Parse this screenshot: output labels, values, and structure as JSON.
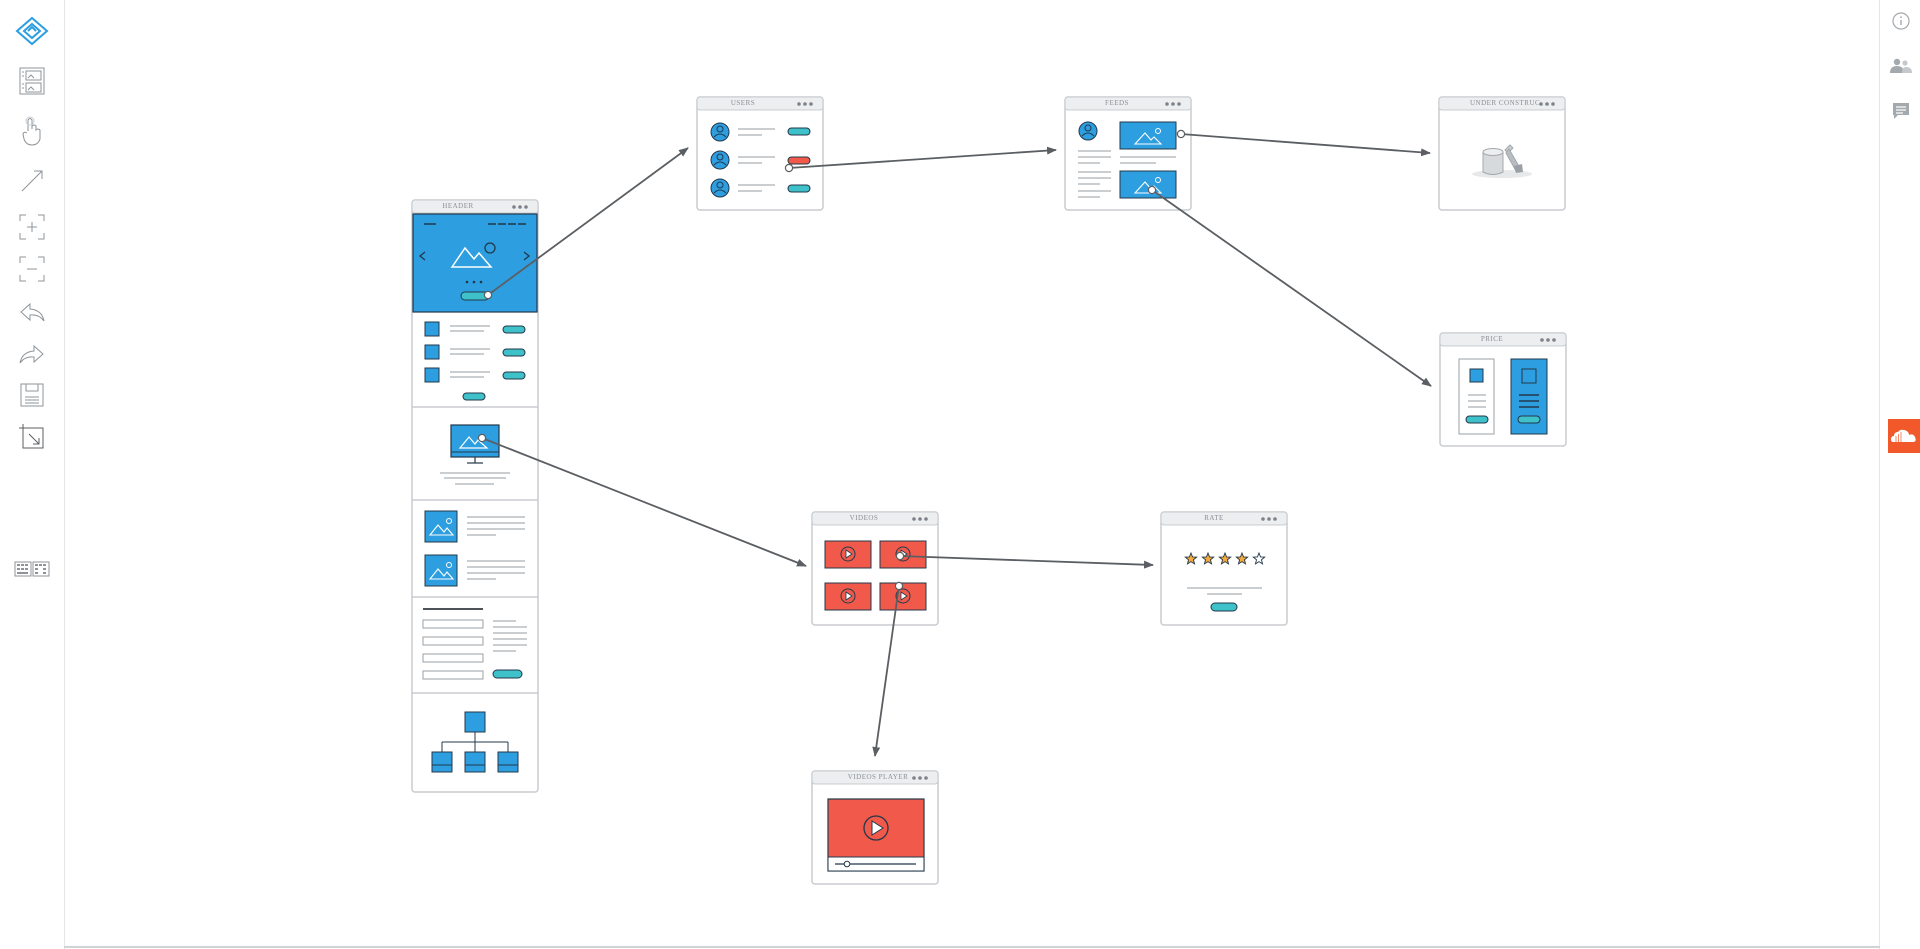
{
  "left_toolbar": {
    "tools": [
      {
        "name": "logo-icon",
        "interactable": true
      },
      {
        "name": "screens-icon",
        "interactable": true
      },
      {
        "name": "hand-pointer-icon",
        "interactable": true
      },
      {
        "name": "arrow-link-icon",
        "interactable": true
      },
      {
        "name": "zoom-in-icon",
        "interactable": true
      },
      {
        "name": "zoom-out-icon",
        "interactable": true
      },
      {
        "name": "undo-icon",
        "interactable": true
      },
      {
        "name": "redo-icon",
        "interactable": true
      },
      {
        "name": "save-icon",
        "interactable": true
      },
      {
        "name": "resize-canvas-icon",
        "interactable": true
      },
      {
        "name": "keyboard-icon",
        "interactable": true
      }
    ]
  },
  "right_toolbar": {
    "tools": [
      {
        "name": "info-icon"
      },
      {
        "name": "users-icon"
      },
      {
        "name": "comments-icon"
      }
    ],
    "cloud_tab": {
      "name": "soundcloud-icon",
      "color": "#f1592a"
    }
  },
  "screens": {
    "header": {
      "title": "HEADER"
    },
    "users": {
      "title": "USERS"
    },
    "feeds": {
      "title": "FEEDS"
    },
    "under_construction": {
      "title": "UNDER CONSTRUCTION"
    },
    "price": {
      "title": "PRICE"
    },
    "videos": {
      "title": "VIDEOS"
    },
    "rate": {
      "title": "RATE",
      "stars_filled": 4,
      "stars_total": 5
    },
    "videos_player": {
      "title": "VIDEOS PLAYER"
    }
  },
  "colors": {
    "blue": "#2d9ee0",
    "teal": "#3fc1c9",
    "red": "#f15a4a",
    "frame": "#c8ccd0",
    "line": "#5b5f63",
    "star": "#f4a93b"
  }
}
